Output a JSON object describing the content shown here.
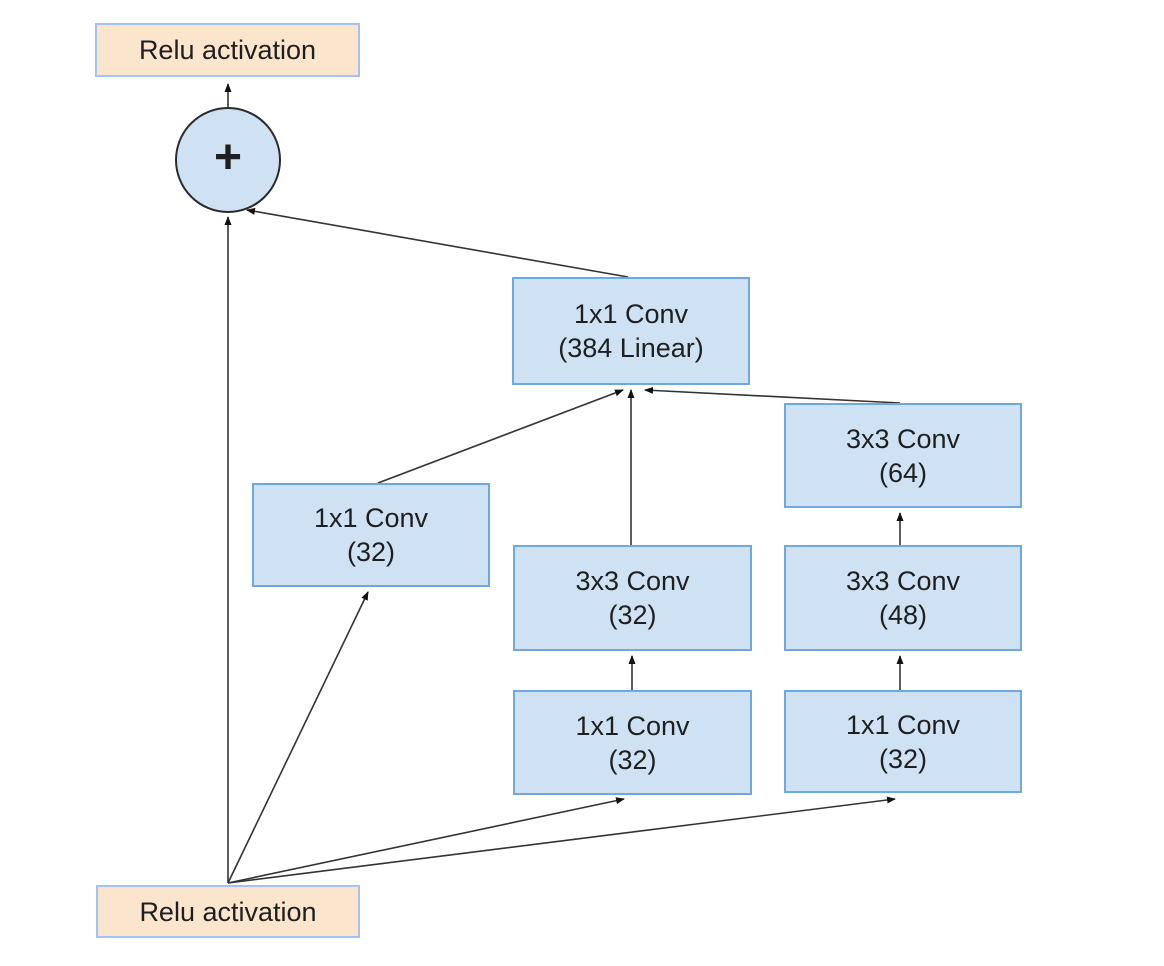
{
  "diagram": {
    "kind": "neural-network-residual-block-diagram",
    "nodes": {
      "relu_top": {
        "label": "Relu activation"
      },
      "sum": {
        "symbol": "+"
      },
      "conv384": {
        "line1": "1x1 Conv",
        "line2": "(384 Linear)"
      },
      "branch1_conv1": {
        "line1": "1x1 Conv",
        "line2": "(32)"
      },
      "branch2_conv2": {
        "line1": "3x3 Conv",
        "line2": "(32)"
      },
      "branch2_conv1": {
        "line1": "1x1 Conv",
        "line2": "(32)"
      },
      "branch3_conv3": {
        "line1": "3x3 Conv",
        "line2": "(64)"
      },
      "branch3_conv2": {
        "line1": "3x3 Conv",
        "line2": "(48)"
      },
      "branch3_conv1": {
        "line1": "1x1 Conv",
        "line2": "(32)"
      },
      "relu_bottom": {
        "label": "Relu activation"
      }
    },
    "edges": [
      {
        "from": "sum",
        "to": "relu_top"
      },
      {
        "from": "conv384",
        "to": "sum"
      },
      {
        "from": "relu_bottom",
        "to": "sum"
      },
      {
        "from": "branch1_conv1",
        "to": "conv384"
      },
      {
        "from": "branch2_conv2",
        "to": "conv384"
      },
      {
        "from": "branch3_conv3",
        "to": "conv384"
      },
      {
        "from": "branch2_conv1",
        "to": "branch2_conv2"
      },
      {
        "from": "branch3_conv1",
        "to": "branch3_conv2"
      },
      {
        "from": "branch3_conv2",
        "to": "branch3_conv3"
      },
      {
        "from": "relu_bottom",
        "to": "branch1_conv1"
      },
      {
        "from": "relu_bottom",
        "to": "branch2_conv1"
      },
      {
        "from": "relu_bottom",
        "to": "branch3_conv1"
      }
    ],
    "colors": {
      "conv_box_fill": "#cfe2f3",
      "conv_box_border": "#6fa8dc",
      "relu_box_fill": "#fce5cd",
      "relu_box_border": "#a4c2f4",
      "sum_circle_fill": "#cfe2f3",
      "sum_circle_border": "#2b2b2b",
      "arrow_color": "#333333",
      "text_color": "#1f1f1f",
      "background": "#ffffff"
    }
  }
}
